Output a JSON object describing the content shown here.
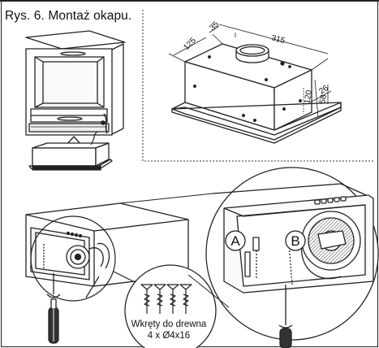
{
  "figure": {
    "title": "Rys. 6. Montaż okapu."
  },
  "dimensions": {
    "d125": "125",
    "d35": "35",
    "d315": "315",
    "d26": "26",
    "d120": "120",
    "d58": "58"
  },
  "callouts": {
    "a": "A",
    "b": "B"
  },
  "screws": {
    "line1": "Wkręty do drewna",
    "line2": "4 x Ø4x16"
  }
}
